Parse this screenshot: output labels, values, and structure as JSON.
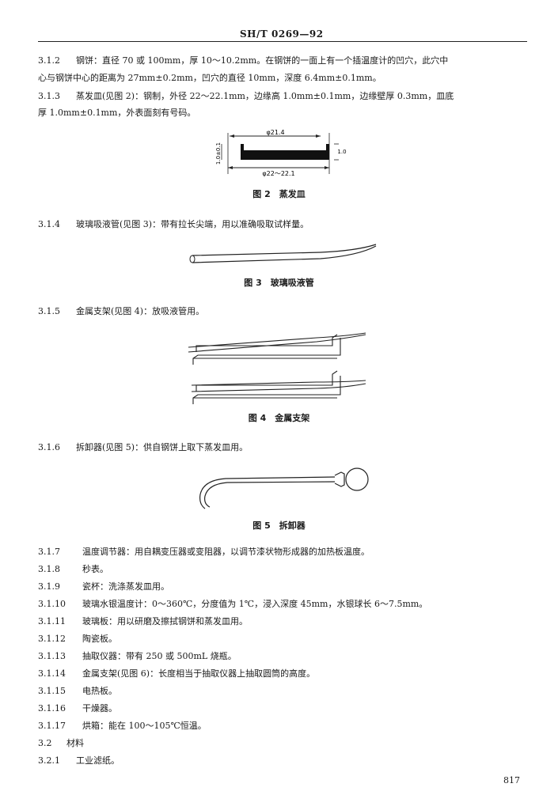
{
  "header": {
    "standard_no": "SH/T 0269—92"
  },
  "sections": {
    "s312": {
      "num": "3.1.2",
      "text": "钢饼：直径 70 或 100mm，厚 10～10.2mm。在钢饼的一面上有一个插温度计的凹穴，此穴中",
      "cont": "心与钢饼中心的距离为 27mm±0.2mm，凹穴的直径 10mm，深度 6.4mm±0.1mm。"
    },
    "s313": {
      "num": "3.1.3",
      "text": "蒸发皿(见图 2)：钢制，外径 22～22.1mm，边缘高 1.0mm±0.1mm，边缘壁厚 0.3mm，皿底",
      "cont": "厚 1.0mm±0.1mm，外表面刻有号码。"
    },
    "s314": {
      "num": "3.1.4",
      "text": "玻璃吸液管(见图 3)：带有拉长尖端，用以准确吸取试样量。"
    },
    "s315": {
      "num": "3.1.5",
      "text": "金属支架(见图 4)：放吸液管用。"
    },
    "s316": {
      "num": "3.1.6",
      "text": "拆卸器(见图 5)：供自钢饼上取下蒸发皿用。"
    },
    "s317": {
      "num": "3.1.7",
      "text": "温度调节器：用自耦变压器或变阻器，以调节漆状物形成器的加热板温度。"
    },
    "s318": {
      "num": "3.1.8",
      "text": "秒表。"
    },
    "s319": {
      "num": "3.1.9",
      "text": "瓷杯：洗涤蒸发皿用。"
    },
    "s3110": {
      "num": "3.1.10",
      "text": "玻璃水银温度计：0～360℃，分度值为 1℃，浸入深度 45mm，水银球长 6～7.5mm。"
    },
    "s3111": {
      "num": "3.1.11",
      "text": "玻璃板：用以研磨及擦拭钢饼和蒸发皿用。"
    },
    "s3112": {
      "num": "3.1.12",
      "text": "陶瓷板。"
    },
    "s3113": {
      "num": "3.1.13",
      "text": "抽取仪器：带有 250 或 500mL 烧瓶。"
    },
    "s3114": {
      "num": "3.1.14",
      "text": "金属支架(见图 6)：长度相当于抽取仪器上抽取圆筒的高度。"
    },
    "s3115": {
      "num": "3.1.15",
      "text": "电热板。"
    },
    "s3116": {
      "num": "3.1.16",
      "text": "干燥器。"
    },
    "s3117": {
      "num": "3.1.17",
      "text": "烘箱：能在 100～105℃恒温。"
    },
    "s32": {
      "num": "3.2",
      "text": "材料"
    },
    "s321": {
      "num": "3.2.1",
      "text": "工业滤纸。"
    }
  },
  "figures": {
    "fig2": {
      "caption": "图 2　蒸发皿",
      "dim_top": "φ21.4",
      "dim_bottom": "φ22～22.1",
      "dim_left": "1.0±0.1",
      "dim_right": "1.0"
    },
    "fig3": {
      "caption": "图 3　玻璃吸液管"
    },
    "fig4": {
      "caption": "图 4　金属支架"
    },
    "fig5": {
      "caption": "图 5　拆卸器"
    }
  },
  "page_number": "817"
}
